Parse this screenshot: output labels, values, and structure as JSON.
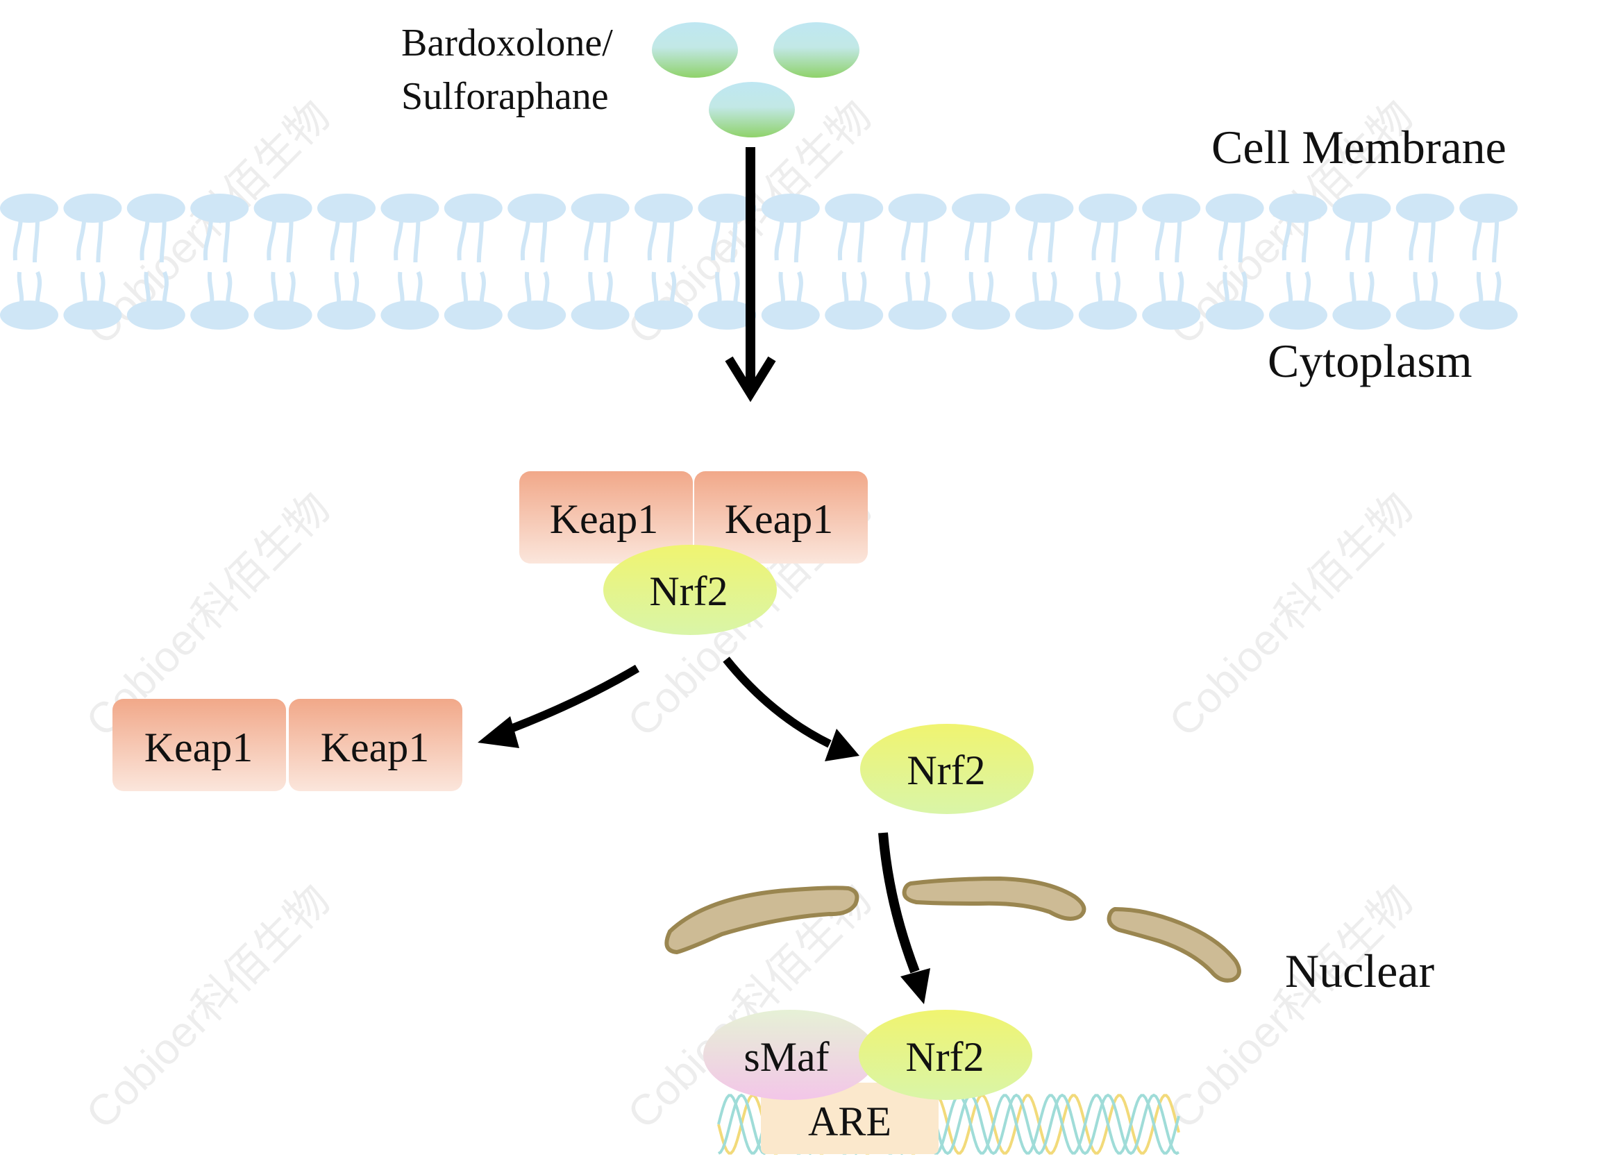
{
  "drug_label": {
    "line1": "Bardoxolone/",
    "line2": "Sulforaphane"
  },
  "region_labels": {
    "cell_membrane": "Cell Membrane",
    "cytoplasm": "Cytoplasm",
    "nuclear": "Nuclear"
  },
  "complex": {
    "keap1_left": "Keap1",
    "keap1_right": "Keap1",
    "nrf2": "Nrf2"
  },
  "released_keap1": {
    "left": "Keap1",
    "right": "Keap1"
  },
  "free_nrf2": "Nrf2",
  "nuclear_complex": {
    "smaf": "sMaf",
    "nrf2": "Nrf2",
    "are": "ARE"
  },
  "watermark": "Cobioer科佰生物",
  "colors": {
    "lipid_head": "#cfe6f6",
    "drug_top": "#bfe7f2",
    "drug_bottom": "#8fd26a",
    "keap1_top": "#f1a889",
    "keap1_bottom": "#fbe6dc",
    "nrf2_top": "#f0f470",
    "nrf2_bottom": "#d9f5a8",
    "smaf_top": "#e6f1d6",
    "smaf_bottom": "#f3c6e8",
    "are_box": "#fbe8cc",
    "envelope_fill": "#cdbb95",
    "envelope_stroke": "#9a8650",
    "dna_a": "#f2da7a",
    "dna_b": "#9fdcd8",
    "arrow": "#000000"
  }
}
